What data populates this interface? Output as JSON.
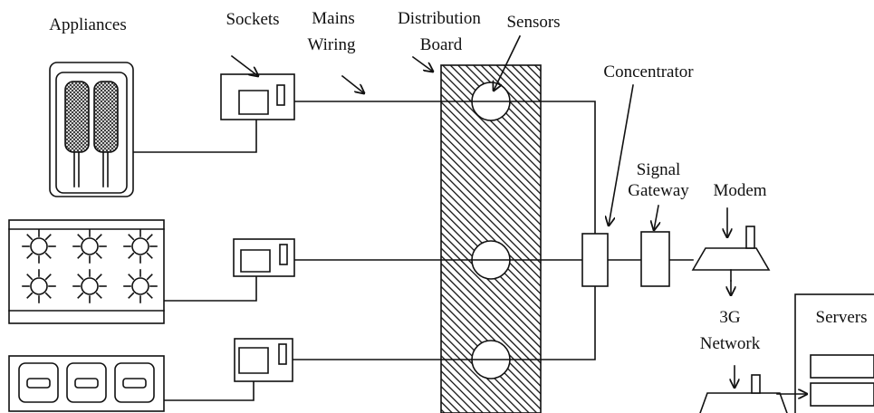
{
  "labels": {
    "appliances": "Appliances",
    "sockets": "Sockets",
    "mains_line1": "Mains",
    "mains_line2": "Wiring",
    "distribution_line1": "Distribution",
    "distribution_line2": "Board",
    "sensors": "Sensors",
    "concentrator": "Concentrator",
    "gateway_line1": "Signal",
    "gateway_line2": "Gateway",
    "modem": "Modem",
    "network_line1": "3G",
    "network_line2": "Network",
    "servers": "Servers"
  },
  "colors": {
    "ink": "#111111",
    "background": "#ffffff"
  },
  "icons": {
    "fryer": "fryer-icon",
    "stove": "stove-burners-icon",
    "bain_marie": "bain-marie-icon",
    "socket": "socket-icon",
    "sensor": "sensor-icon",
    "modem": "modem-icon",
    "server": "server-icon"
  }
}
